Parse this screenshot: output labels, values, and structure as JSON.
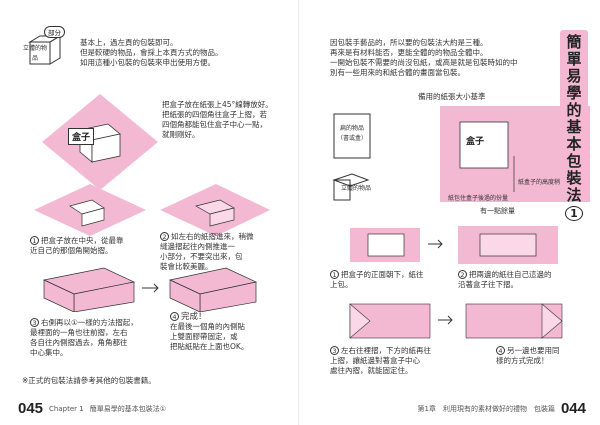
{
  "left_page": {
    "cube_label": "立體的物品",
    "corner_tag": "部分",
    "intro_lines": [
      "基本上，過左頁的包裝即可。",
      "但是較硬的物品，會採上本頁方式的物品。",
      "如用這種小包裝的包裝來申出使用方便。"
    ],
    "note_top": [
      "把盒子放在紙張上45°線轉放好。",
      "把紙張的四個角往盒子上摺，若",
      "四個角都能包住盒子中心一點，",
      "就剛剛好。"
    ],
    "box_label": "盒子",
    "step1_text": [
      "把盒子放在中央，從最靠",
      "近自己的那個角開始摺。"
    ],
    "step2_text": [
      "如左右的紙摺進來，稍微",
      "縫邊摺起往內側推進一",
      "小部分，不要突出來，包",
      "裝會比較美麗。"
    ],
    "step3_text": [
      "右側再以①一樣的方法摺起，",
      "最裡面的一角也往前摺，左右",
      "各自往內側摺過去，角角都往",
      "中心集中。"
    ],
    "step4_label": "完成！",
    "step4_text": [
      "在最後一個角的內側貼",
      "上雙面膠帶固定，或",
      "把貼紙貼在上面也OK。"
    ],
    "footnote": "※正式的包裝法請參考其他的包裝書籍。",
    "page_number": "045",
    "chapter": "Chapter 1",
    "running_title": "簡單易學的基本包裝法①"
  },
  "right_page": {
    "intro_lines": [
      "因包裝手藝品的，所以要的包裝法大約是三種。",
      "再來是有材料能否，更能全體的的物品全體中。",
      "一開始包裝不需要的尚沒包紙，或高是就是包裝時如的中",
      "別有一些用來的和紙合體的畫面當包裝。"
    ],
    "diagram_title": "備用的紙張大小基準",
    "flat_label": "扁的物品（書或盒）",
    "box_label": "盒子",
    "cube_label": "立體的物品",
    "height_label": "紙盒子的高度稍一點",
    "width_label": "紙包住盒子後過的份量",
    "margin_label": "有一點餘量",
    "step1_text": [
      "把盒子的正面朝下，紙往",
      "上包。"
    ],
    "step2_text": [
      "把兩邊的紙往自己這邊的",
      "沿著盒子往下摺。"
    ],
    "step3_text": [
      "左右往裡摺，下方的紙再往",
      "上摺，讓紙邊對著盒子中心",
      "處往內摺，就能固定住。"
    ],
    "step4_text": [
      "另一邊也要用同",
      "樣的方式完成！"
    ],
    "vertical_title_chars": [
      "簡",
      "單",
      "易",
      "學",
      "的",
      "基",
      "本",
      "包",
      "裝",
      "法"
    ],
    "vertical_title_num": "1",
    "page_number": "044",
    "running_title": "第1章　利用現有的素材做好的禮物　包裝篇"
  },
  "colors": {
    "pink": "#f3b9d3",
    "ink": "#222222"
  }
}
